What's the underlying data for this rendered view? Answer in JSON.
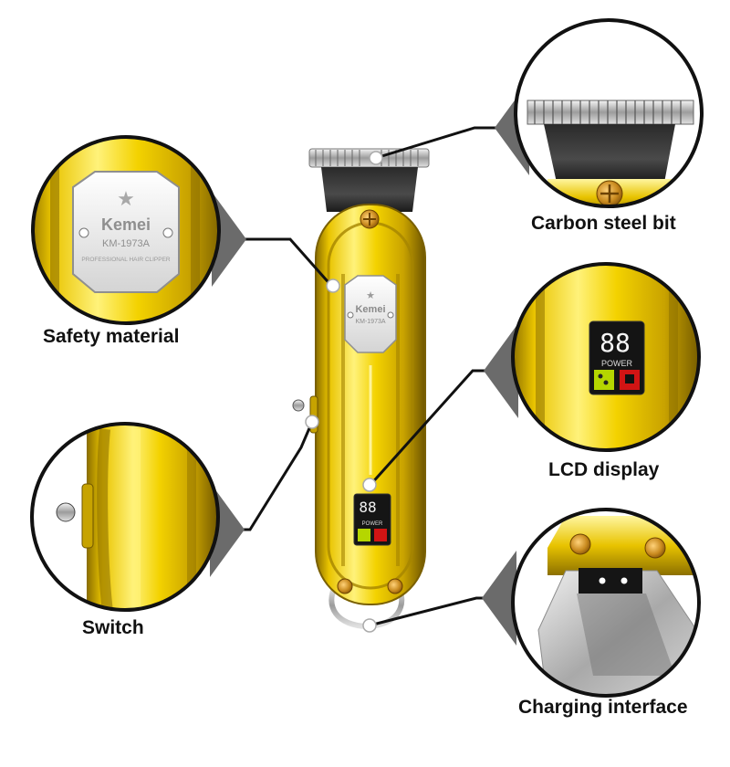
{
  "product": {
    "brand": "Kemei",
    "model": "KM-1973A",
    "tagline": "PROFESSIONAL HAIR CLIPPER",
    "lcd_digits": "88",
    "lcd_caption": "POWER"
  },
  "callouts": [
    {
      "id": "safety",
      "label": "Safety material",
      "icon": "logo-plate-closeup"
    },
    {
      "id": "carbon",
      "label": "Carbon steel bit",
      "icon": "blade-closeup"
    },
    {
      "id": "lcd",
      "label": "LCD display",
      "icon": "lcd-closeup"
    },
    {
      "id": "switch",
      "label": "Switch",
      "icon": "switch-closeup"
    },
    {
      "id": "charging",
      "label": "Charging interface",
      "icon": "charging-port-closeup"
    }
  ],
  "colors": {
    "gold": "#f2d000",
    "gold_dark": "#9a7a00",
    "chrome": "#c9c9c9",
    "callout_line": "#111111",
    "lcd_red": "#d11414",
    "lcd_green": "#b5d600"
  }
}
